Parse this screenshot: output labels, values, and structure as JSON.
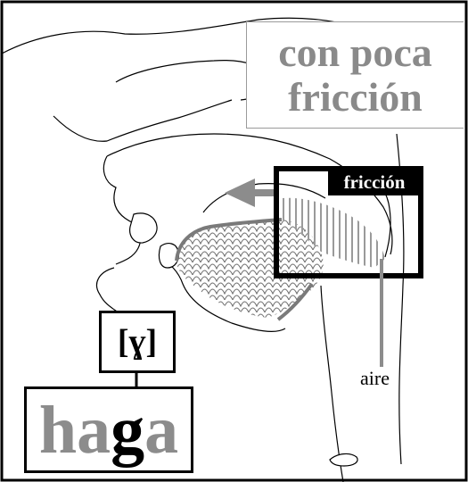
{
  "title": {
    "line1": "con poca",
    "line2": "fricción"
  },
  "labels": {
    "friccion": "fricción",
    "aire": "aire"
  },
  "phoneme": "[ɣ]",
  "word": {
    "pre": "ha",
    "focus": "g",
    "post": "a"
  },
  "colors": {
    "outline": "#000000",
    "gray": "#8c8c8c",
    "text_gray": "#8a8a8a"
  }
}
